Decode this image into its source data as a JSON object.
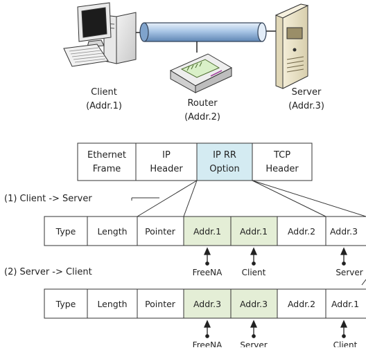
{
  "devices": {
    "client": {
      "name": "Client",
      "addr": "(Addr.1)"
    },
    "router": {
      "name": "Router",
      "addr": "(Addr.2)"
    },
    "server": {
      "name": "Server",
      "addr": "(Addr.3)"
    }
  },
  "header": {
    "ethernet": [
      "Ethernet",
      "Frame"
    ],
    "ip": [
      "IP",
      "Header"
    ],
    "iprr": [
      "IP RR",
      "Option"
    ],
    "tcp": [
      "TCP",
      "Header"
    ]
  },
  "step1": {
    "label": "(1) Client -> Server",
    "cells": [
      "Type",
      "Length",
      "Pointer",
      "Addr.1",
      "Addr.1",
      "Addr.2",
      "Addr.3"
    ],
    "annotations": [
      "FreeNA",
      "Client",
      "Server"
    ]
  },
  "step2": {
    "label": "(2) Server -> Client",
    "cells": [
      "Type",
      "Length",
      "Pointer",
      "Addr.3",
      "Addr.3",
      "Addr.2",
      "Addr.1"
    ],
    "annotations": [
      "FreeNA",
      "Server",
      "Client"
    ]
  },
  "colors": {
    "highlight_green": "#e4eed6",
    "highlight_blue": "#d4ebf2",
    "pipe": "#a9c6e6"
  }
}
